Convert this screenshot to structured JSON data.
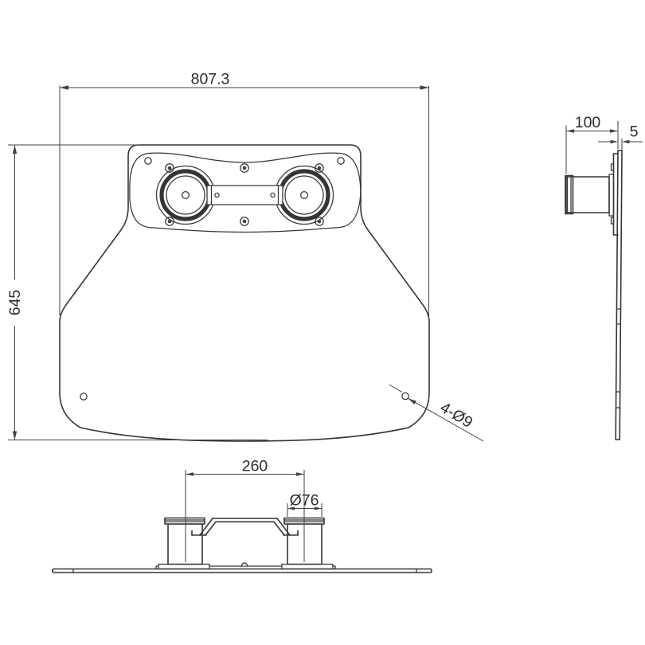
{
  "drawing": {
    "type": "engineering-drawing",
    "colors": {
      "line": "#383431",
      "dimension": "#44403d",
      "background": "#ffffff"
    },
    "views": {
      "front": {
        "name": "front-view",
        "dim_width": "807.3",
        "dim_height": "645",
        "holes_label": "4-Ø9"
      },
      "side": {
        "name": "side-view",
        "dim_depth": "100",
        "dim_thickness": "5"
      },
      "bottom": {
        "name": "bottom-view",
        "dim_spacing": "260",
        "dim_diameter": "Ø76"
      }
    }
  }
}
